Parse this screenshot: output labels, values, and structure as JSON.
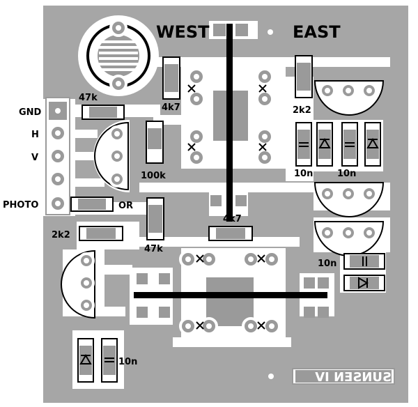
{
  "board": {
    "background": "#a6a6a6",
    "trace_color": "#ffffff",
    "bar_color": "#000000"
  },
  "labels": {
    "west": "WEST",
    "east": "EAST",
    "gnd": "GND",
    "h": "H",
    "v": "V",
    "photo": "PHOTO",
    "or": "OR",
    "r_47k_top": "47k",
    "r_4k7_top": "4k7",
    "r_100k": "100k",
    "r_2k2_right": "2k2",
    "r_2k2_left": "2k2",
    "r_47k_mid": "47k",
    "r_4k7_mid": "4k7",
    "c_10n_a": "10n",
    "c_10n_b": "10n",
    "c_10n_c": "10n",
    "c_10n_d": "10n",
    "mirrored_title": "SUNSEN IV"
  }
}
